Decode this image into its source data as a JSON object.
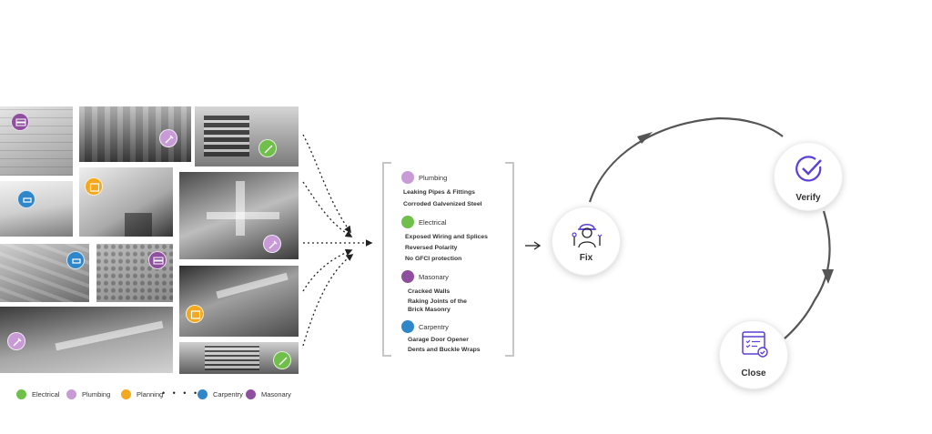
{
  "legend": [
    {
      "label": "Electrical",
      "color": "#6fbf4a",
      "icon": "wire-icon"
    },
    {
      "label": "Plumbing",
      "color": "#c89ad6",
      "icon": "wrench-icon"
    },
    {
      "label": "Planning",
      "color": "#f2a91f",
      "icon": "blueprint-icon"
    },
    {
      "label": "Carpentry",
      "color": "#2f86c8",
      "icon": "saw-icon"
    },
    {
      "label": "Masonary",
      "color": "#8e4f9e",
      "icon": "brick-icon"
    }
  ],
  "legend_dots": "• • • •",
  "categories": [
    {
      "name": "Plumbing",
      "color": "#c89ad6",
      "items": [
        "Leaking Pipes & Fittings",
        "Corroded Galvenized Steel"
      ]
    },
    {
      "name": "Electrical",
      "color": "#6fbf4a",
      "items": [
        "Exposed Wiring and Splices",
        "Reversed Polarity",
        "No GFCI protection"
      ]
    },
    {
      "name": "Masonary",
      "color": "#8e4f9e",
      "items": [
        "Cracked Walls",
        "Raking Joints of the\nBrick Masonry"
      ]
    },
    {
      "name": "Carpentry",
      "color": "#2f86c8",
      "items": [
        "Garage Door Opener",
        "Dents and Buckle Wraps"
      ]
    }
  ],
  "cycle": {
    "fix": "Fix",
    "verify": "Verify",
    "close": "Close"
  },
  "colors": {
    "accent": "#5b3fd6",
    "arrow": "#555555",
    "bracket": "#c6c6c6"
  }
}
